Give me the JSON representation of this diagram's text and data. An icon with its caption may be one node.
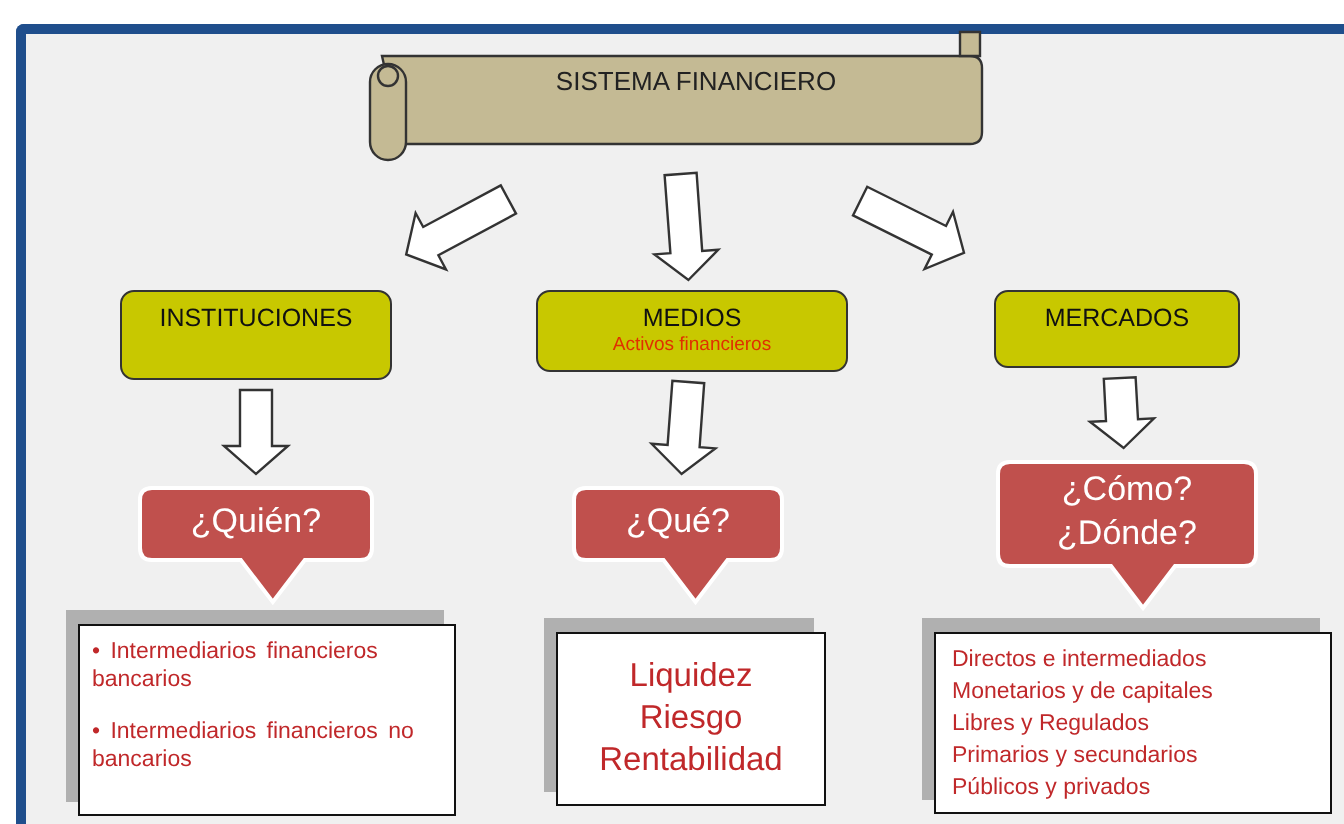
{
  "diagram": {
    "nodes": [
      {
        "text": [
          "SISTEMA FINANCIERO"
        ]
      },
      {
        "text": [
          "INSTITUCIONES"
        ]
      },
      {
        "text": [
          "MEDIOS",
          "Activos financieros"
        ]
      },
      {
        "text": [
          "MERCADOS"
        ]
      },
      {
        "text": [
          "¿Quién?"
        ]
      },
      {
        "text": [
          "¿Qué?"
        ]
      },
      {
        "text": [
          "¿Cómo? ¿Dónde?"
        ]
      },
      {
        "text": [
          "• Intermediarios financieros bancarios",
          "• Intermediarios financieros no bancarios"
        ]
      },
      {
        "text": [
          "Liquidez",
          "Riesgo",
          "Rentabilidad"
        ]
      },
      {
        "text": [
          "Directos e intermediados",
          "Monetarios  y de capitales",
          "Libres y Regulados",
          "Primarios y secundarios",
          "Públicos y privados"
        ]
      }
    ],
    "edges": [
      {
        "from": 0,
        "to": 1,
        "arrow": "to"
      },
      {
        "from": 0,
        "to": 2,
        "arrow": "to"
      },
      {
        "from": 0,
        "to": 3,
        "arrow": "to"
      },
      {
        "from": 1,
        "to": 4,
        "arrow": "to"
      },
      {
        "from": 2,
        "to": 5,
        "arrow": "to"
      },
      {
        "from": 3,
        "to": 6,
        "arrow": "to"
      }
    ]
  }
}
